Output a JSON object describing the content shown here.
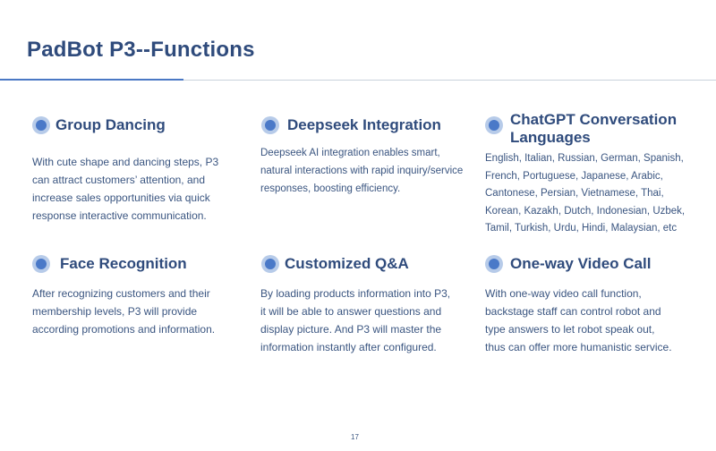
{
  "slide": {
    "title": "PadBot P3--Functions",
    "page_number": "17"
  },
  "cards": [
    {
      "title": "Group Dancing",
      "body_lines": [
        "With cute shape and dancing steps, P3",
        "can attract customers’ attention, and",
        "increase sales opportunities via quick",
        "response interactive communication."
      ]
    },
    {
      "title": "Deepseek Integration",
      "body_lines": [
        "Deepseek AI integration enables smart,",
        "natural interactions with rapid inquiry/service",
        "responses, boosting efficiency."
      ]
    },
    {
      "title_lines": [
        "ChatGPT Conversation",
        "Languages"
      ],
      "body_lines": [
        "English, Italian, Russian, German, Spanish,",
        "French, Portuguese, Japanese, Arabic,",
        "Cantonese, Persian, Vietnamese, Thai,",
        "Korean, Kazakh, Dutch, Indonesian, Uzbek,",
        "Tamil, Turkish, Urdu, Hindi, Malaysian, etc"
      ]
    },
    {
      "title": "Face Recognition",
      "body_lines": [
        "After recognizing customers and their",
        "membership levels, P3 will provide",
        "according promotions and information."
      ]
    },
    {
      "title": "Customized Q&A",
      "body_lines": [
        "By loading products information into P3,",
        "it will be able to answer questions and",
        "display picture. And P3 will master the",
        "information instantly after configured."
      ]
    },
    {
      "title": "One-way Video Call",
      "body_lines": [
        "With one-way video call function,",
        "backstage staff  can control robot and",
        "type answers to let robot speak out,",
        "thus can offer more humanistic service."
      ]
    }
  ],
  "colors": {
    "title": "#2f4b7c",
    "accent": "#4a78c4",
    "bullet_outer": "#b7cbe9",
    "bullet_inner": "#4a79c8"
  }
}
